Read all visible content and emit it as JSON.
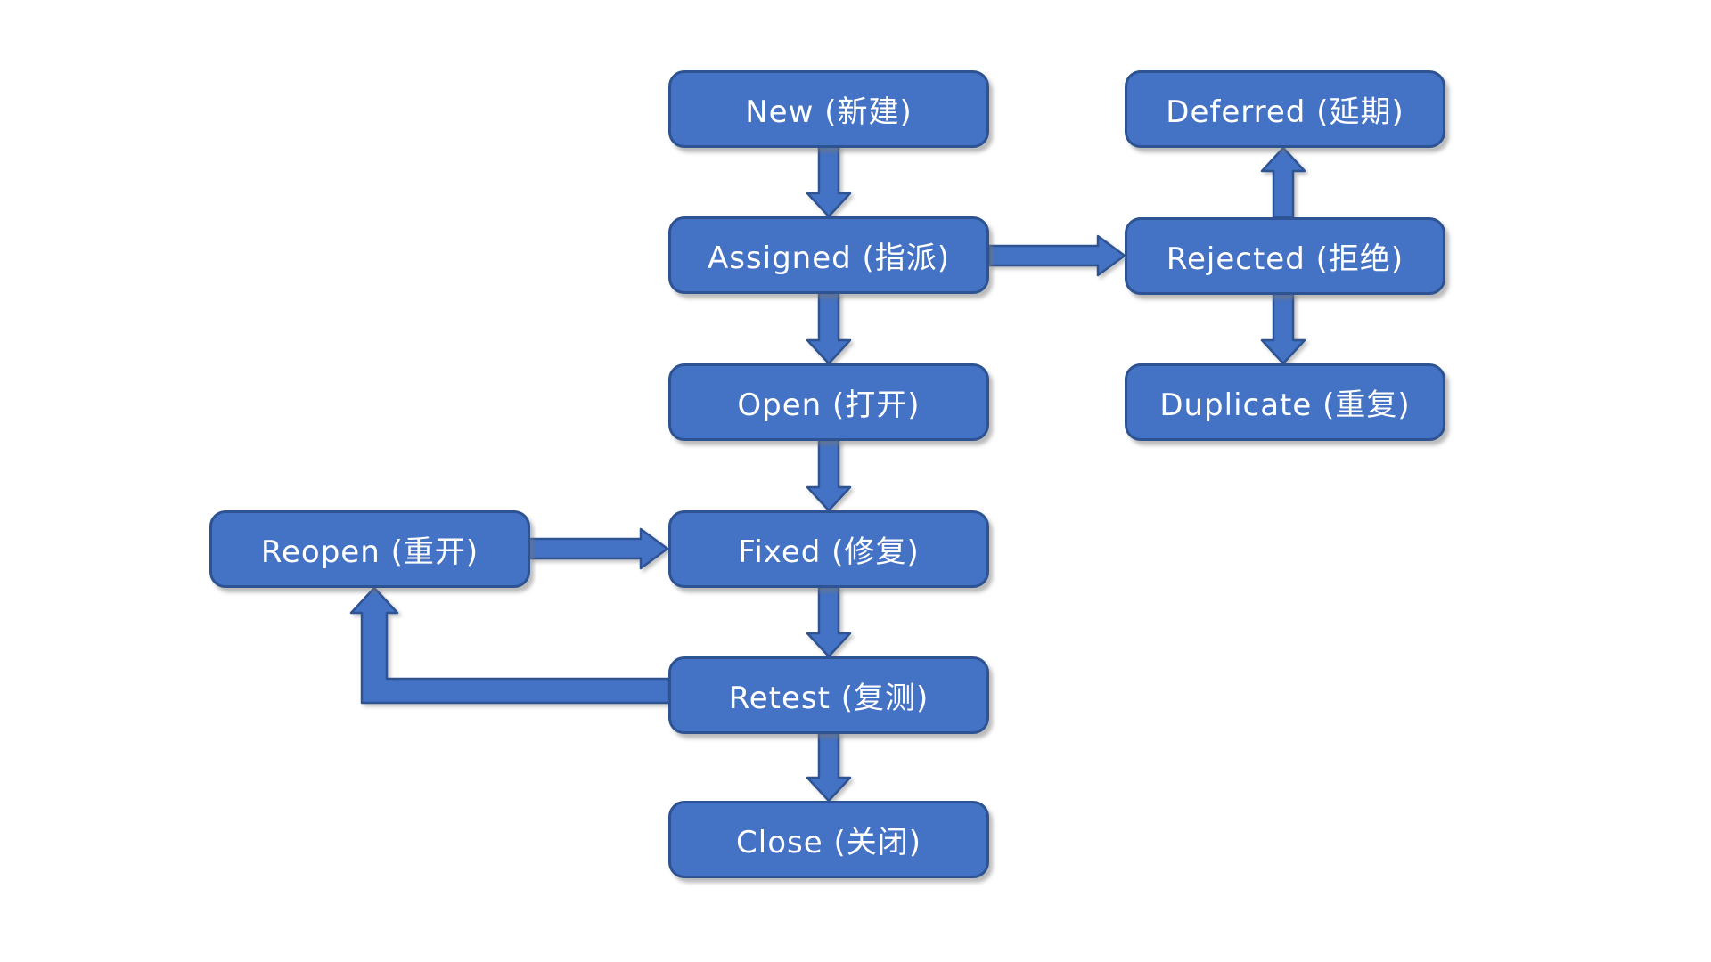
{
  "colors": {
    "node_fill": "#4472C4",
    "node_border": "#2E5393",
    "node_text": "#FFFFFF",
    "background": "#FFFFFF"
  },
  "nodes": {
    "new": {
      "label": "New (新建)"
    },
    "assigned": {
      "label": "Assigned (指派)"
    },
    "open": {
      "label": "Open (打开)"
    },
    "fixed": {
      "label": "Fixed (修复)"
    },
    "retest": {
      "label": "Retest (复测)"
    },
    "close": {
      "label": "Close (关闭)"
    },
    "deferred": {
      "label": "Deferred (延期)"
    },
    "rejected": {
      "label": "Rejected (拒绝)"
    },
    "duplicate": {
      "label": "Duplicate (重复)"
    },
    "reopen": {
      "label": "Reopen (重开)"
    }
  },
  "edges": [
    {
      "from": "new",
      "to": "assigned",
      "direction": "down"
    },
    {
      "from": "assigned",
      "to": "open",
      "direction": "down"
    },
    {
      "from": "assigned",
      "to": "rejected",
      "direction": "right"
    },
    {
      "from": "rejected",
      "to": "deferred",
      "direction": "up"
    },
    {
      "from": "rejected",
      "to": "duplicate",
      "direction": "down"
    },
    {
      "from": "open",
      "to": "fixed",
      "direction": "down"
    },
    {
      "from": "reopen",
      "to": "fixed",
      "direction": "right"
    },
    {
      "from": "fixed",
      "to": "retest",
      "direction": "down"
    },
    {
      "from": "retest",
      "to": "reopen",
      "direction": "left-then-up"
    },
    {
      "from": "retest",
      "to": "close",
      "direction": "down"
    }
  ]
}
